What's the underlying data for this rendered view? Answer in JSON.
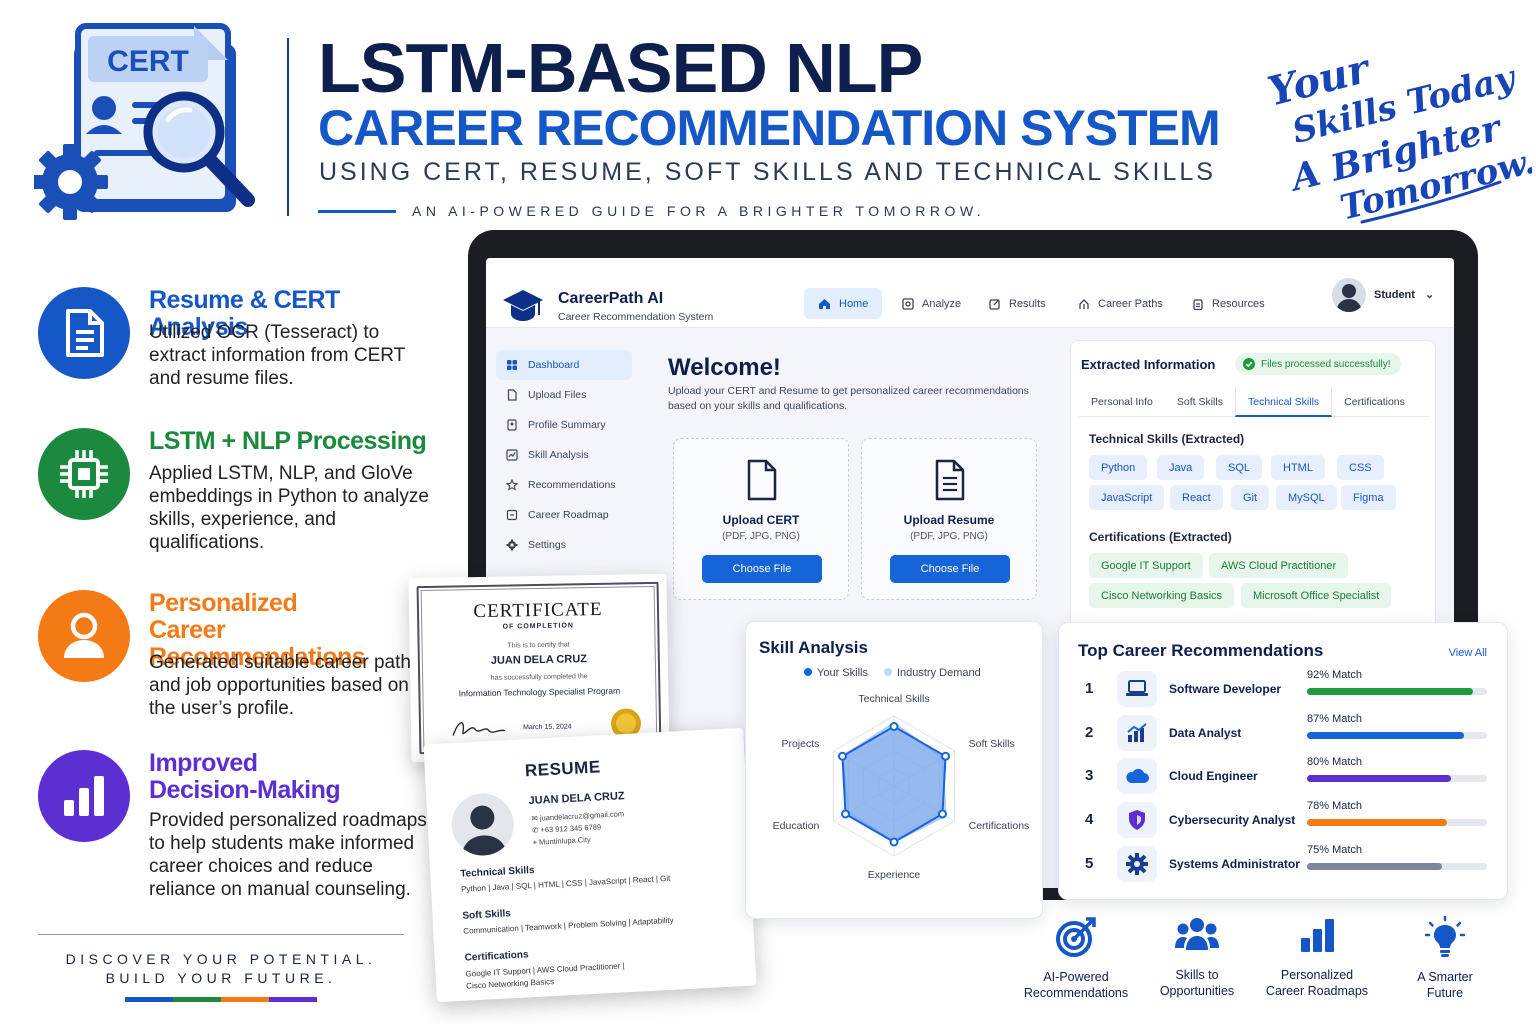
{
  "header": {
    "hero_icon_label": "CERT",
    "title_line1": "LSTM-BASED NLP",
    "title_line2": "CAREER RECOMMENDATION SYSTEM",
    "title_line3": "USING CERT, RESUME, SOFT SKILLS AND TECHNICAL SKILLS",
    "tagline": "AN AI-POWERED GUIDE FOR A BRIGHTER TOMORROW.",
    "script_lines": [
      "Your",
      "Skills Today",
      "A Brighter",
      "Tomorrow."
    ],
    "colors": {
      "navy": "#0e1f4d",
      "blue": "#1557c7",
      "green": "#1d8a3c",
      "orange": "#f47a16",
      "purple": "#5b2fd1"
    }
  },
  "features": [
    {
      "title": "Resume & CERT Analysis",
      "desc": "Utilized OCR (Tesseract) to extract information from CERT and resume files.",
      "icon": "document-icon",
      "color": "#1557c7"
    },
    {
      "title": "LSTM + NLP Processing",
      "desc": "Applied LSTM, NLP, and GloVe embeddings in Python to analyze skills, experience, and qualifications.",
      "icon": "chip-icon",
      "color": "#1b8a3e"
    },
    {
      "title_lines": [
        "Personalized",
        "Career Recommendations"
      ],
      "desc": "Generated suitable career paths and job opportunities based on the user’s profile.",
      "icon": "user-icon",
      "color": "#f47a16"
    },
    {
      "title_lines": [
        "Improved",
        "Decision-Making"
      ],
      "desc": "Provided personalized roadmaps to help students make informed career choices and reduce reliance on manual counseling.",
      "icon": "bar-chart-icon",
      "color": "#5b2fd1"
    }
  ],
  "discover": {
    "line1": "DISCOVER YOUR POTENTIAL.",
    "line2": "BUILD YOUR FUTURE."
  },
  "app": {
    "brand": "CareerPath AI",
    "brand_sub": "Career Recommendation System",
    "nav": [
      "Home",
      "Analyze",
      "Results",
      "Career Paths",
      "Resources"
    ],
    "user": "Student",
    "sidebar": [
      "Dashboard",
      "Upload Files",
      "Profile Summary",
      "Skill Analysis",
      "Recommendations",
      "Career Roadmap",
      "Settings"
    ],
    "welcome": "Welcome!",
    "welcome_sub": "Upload your CERT and Resume to get personalized career recommendations based on your skills and qualifications.",
    "upload_cert": {
      "title": "Upload CERT",
      "formats": "(PDF, JPG, PNG)",
      "button": "Choose File"
    },
    "upload_resume": {
      "title": "Upload Resume",
      "formats": "(PDF, JPG, PNG)",
      "button": "Choose File"
    },
    "extracted": {
      "title": "Extracted Information",
      "status": "Files processed successfully!",
      "tabs": [
        "Personal Info",
        "Soft Skills",
        "Technical Skills",
        "Certifications"
      ],
      "tech_title": "Technical Skills (Extracted)",
      "tech_skills": [
        "Python",
        "Java",
        "SQL",
        "HTML",
        "CSS",
        "JavaScript",
        "React",
        "Git",
        "MySQL",
        "Figma"
      ],
      "cert_title": "Certifications (Extracted)",
      "certs": [
        "Google IT Support",
        "AWS Cloud Practitioner",
        "Cisco Networking Basics",
        "Microsoft Office Specialist"
      ]
    }
  },
  "skill_analysis": {
    "title": "Skill Analysis",
    "legend": [
      "Your Skills",
      "Industry Demand"
    ],
    "axes": [
      "Technical Skills",
      "Soft Skills",
      "Certifications",
      "Experience",
      "Education",
      "Projects"
    ],
    "your_skills": [
      0.85,
      0.85,
      0.8,
      0.8,
      0.8,
      0.85
    ],
    "industry_demand": [
      0.9,
      0.8,
      0.85,
      0.8,
      0.75,
      0.85
    ]
  },
  "careers": {
    "title": "Top Career Recommendations",
    "view_all": "View All",
    "items": [
      {
        "rank": "1",
        "name": "Software Developer",
        "match": "92% Match",
        "value": 0.92,
        "color": "#1d9a3e",
        "icon": "laptop-icon"
      },
      {
        "rank": "2",
        "name": "Data Analyst",
        "match": "87% Match",
        "value": 0.87,
        "color": "#1565d8",
        "icon": "analytics-icon"
      },
      {
        "rank": "3",
        "name": "Cloud Engineer",
        "match": "80% Match",
        "value": 0.8,
        "color": "#5b2fd1",
        "icon": "cloud-icon"
      },
      {
        "rank": "4",
        "name": "Cybersecurity Analyst",
        "match": "78% Match",
        "value": 0.78,
        "color": "#f47a16",
        "icon": "shield-icon"
      },
      {
        "rank": "5",
        "name": "Systems Administrator",
        "match": "75% Match",
        "value": 0.75,
        "color": "#7b879c",
        "icon": "gear-icon"
      }
    ]
  },
  "certificate": {
    "title": "CERTIFICATE",
    "subtitle": "OF COMPLETION",
    "certify": "This is to certify that",
    "name": "JUAN DELA CRUZ",
    "completed": "has successfully completed the",
    "program": "Information Technology Specialist Program",
    "date": "March 15, 2024"
  },
  "resume": {
    "title": "RESUME",
    "name": "JUAN DELA CRUZ",
    "email": "juandelacruz@gmail.com",
    "phone": "+63 912 345 6789",
    "city": "Muntinlupa City",
    "tech_title": "Technical Skills",
    "tech": "Python | Java | SQL | HTML | CSS | JavaScript | React | Git",
    "soft_title": "Soft Skills",
    "soft": "Communication | Teamwork | Problem Solving | Adaptability",
    "cert_title": "Certifications",
    "certs_line1": "Google IT Support | AWS Cloud Practitioner |",
    "certs_line2": "Cisco Networking Basics"
  },
  "bottom_features": [
    {
      "label1": "AI-Powered",
      "label2": "Recommendations",
      "icon": "target-icon"
    },
    {
      "label1": "Skills to",
      "label2": "Opportunities",
      "icon": "people-icon"
    },
    {
      "label1": "Personalized",
      "label2": "Career Roadmaps",
      "icon": "bar-chart-icon"
    },
    {
      "label1": "A Smarter",
      "label2": "Future",
      "icon": "lightbulb-icon"
    }
  ]
}
